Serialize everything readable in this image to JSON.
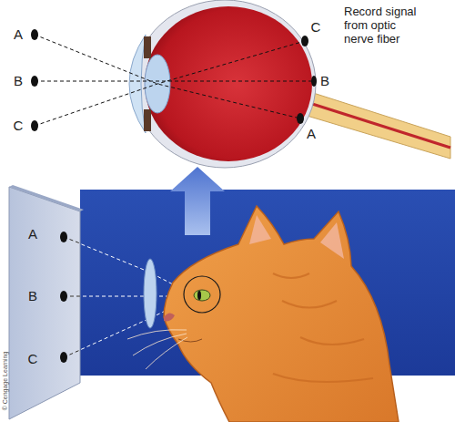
{
  "diagram": {
    "labels": [
      "A",
      "B",
      "C",
      "C",
      "B",
      "A",
      "Record signal from optic nerve fiber",
      "A",
      "B",
      "C",
      "© Cengage Learning"
    ]
  }
}
